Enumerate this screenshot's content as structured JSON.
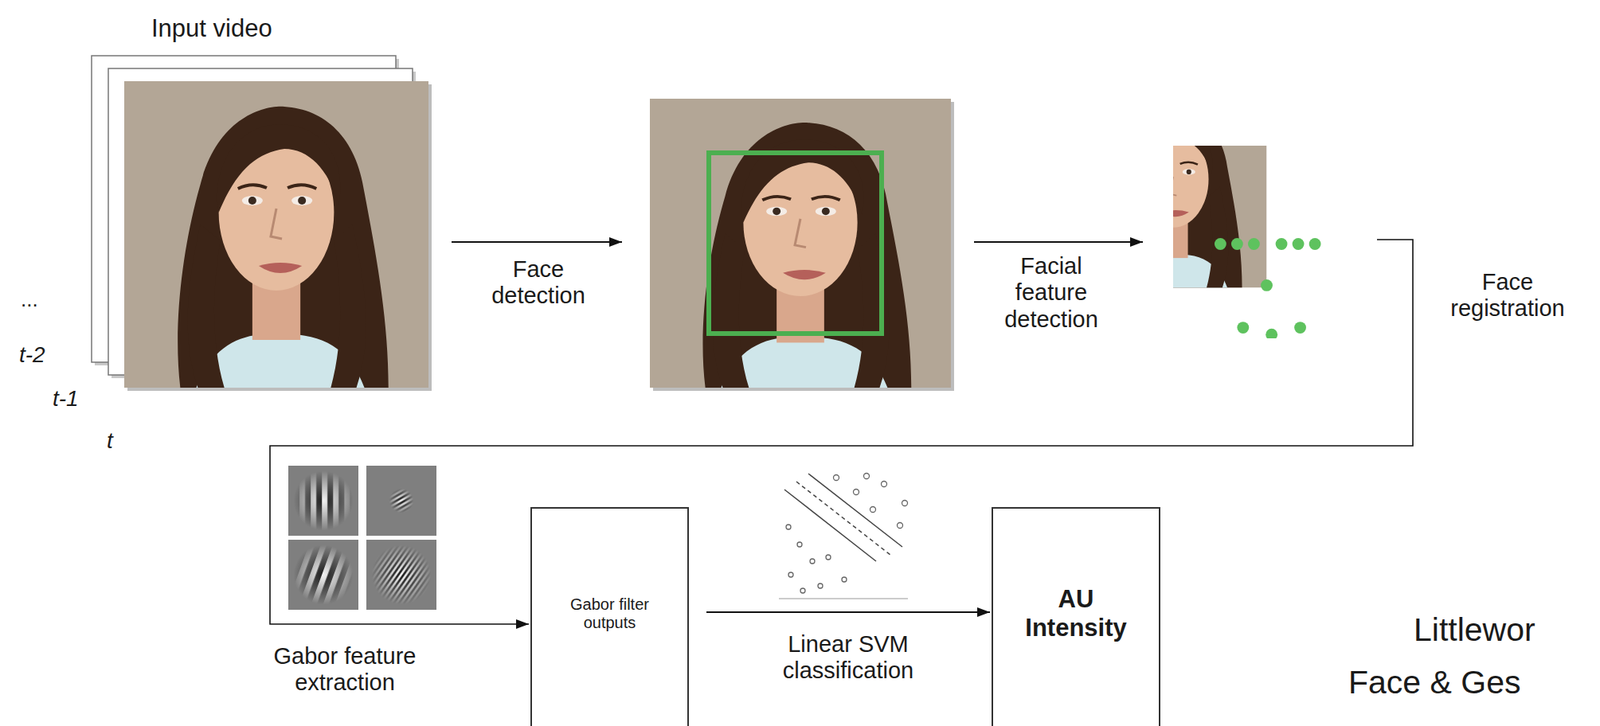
{
  "diagram": {
    "nodes": [
      {
        "text": [
          "Input video"
        ]
      },
      {
        "text": [
          "Gabor filter outputs"
        ]
      },
      {
        "text": [
          "AU Intensity"
        ]
      }
    ],
    "edges": [
      {
        "from": 1,
        "to": 2,
        "label": "Linear SVM classification",
        "arrow": "to"
      }
    ],
    "labels": [
      "Face detection",
      "Facial feature detection",
      "Face registration",
      "Gabor feature extraction",
      "...",
      "t-2",
      "t-1",
      "t",
      "Littlewor",
      "Face & Ges"
    ]
  }
}
